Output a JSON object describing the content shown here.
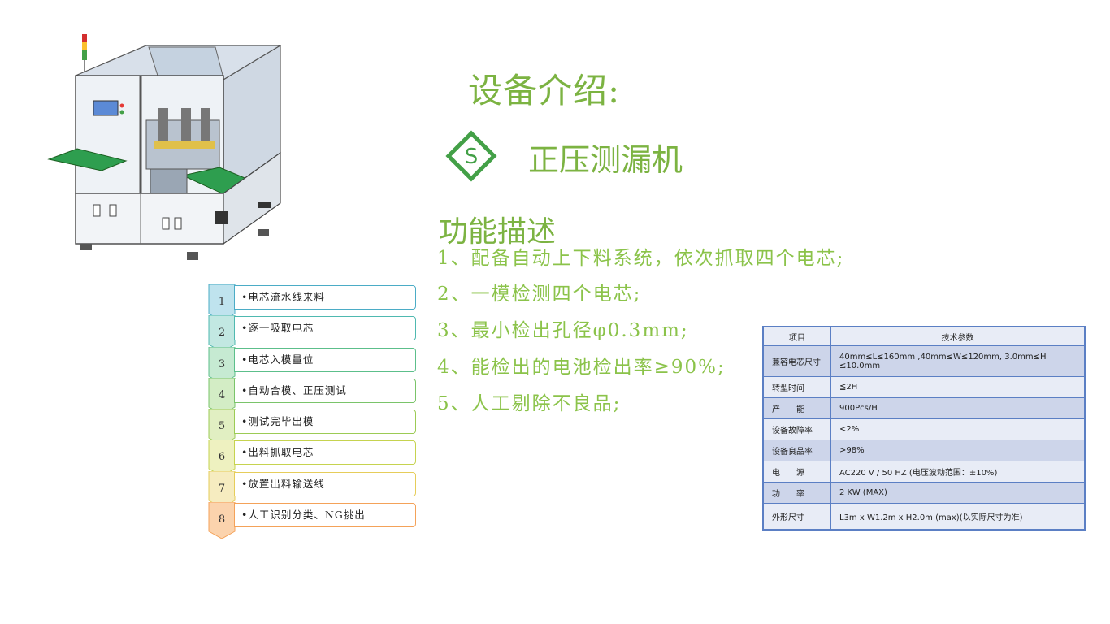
{
  "header": {
    "title": "设备介绍:",
    "machine_name": "正压测漏机",
    "logo_letter": "S"
  },
  "function": {
    "heading": "功能描述",
    "items": [
      "1、配备自动上下料系统，依次抓取四个电芯;",
      "2、一模检测四个电芯;",
      "3、最小检出孔径φ0.3mm;",
      "4、能检出的电池检出率≥90%;",
      "5、人工剔除不良品;"
    ]
  },
  "flow": {
    "steps": [
      {
        "num": "1",
        "label": "•电芯流水线来料",
        "color": "#4bacc6",
        "fill": "#bfe3ee"
      },
      {
        "num": "2",
        "label": "•逐一吸取电芯",
        "color": "#4fb9b0",
        "fill": "#c2e8e2"
      },
      {
        "num": "3",
        "label": "•电芯入模量位",
        "color": "#5cbf8b",
        "fill": "#c6ead2"
      },
      {
        "num": "4",
        "label": "•自动合模、正压测试",
        "color": "#7ac46a",
        "fill": "#d3edc5"
      },
      {
        "num": "5",
        "label": "•测试完毕出模",
        "color": "#9ccb55",
        "fill": "#e1efc2"
      },
      {
        "num": "6",
        "label": "•出料抓取电芯",
        "color": "#c6d34f",
        "fill": "#eef1c0"
      },
      {
        "num": "7",
        "label": "•放置出料输送线",
        "color": "#e6cd5a",
        "fill": "#f6ecc0"
      },
      {
        "num": "8",
        "label": "•人工识别分类、NG挑出",
        "color": "#f4a259",
        "fill": "#fbd3ad"
      }
    ]
  },
  "spec_table": {
    "headers": [
      "项目",
      "技术参数"
    ],
    "rows": [
      {
        "key": "兼容电芯尺寸",
        "value": "40mm≤L≤160mm ,40mm≤W≤120mm, 3.0mm≤H ≤10.0mm"
      },
      {
        "key": "转型时间",
        "value": "≦2H"
      },
      {
        "key": "产　　能",
        "value": "900Pcs/H"
      },
      {
        "key": "设备故障率",
        "value": "<2%"
      },
      {
        "key": "设备良品率",
        "value": ">98%"
      },
      {
        "key": "电　　源",
        "value": "AC220 V / 50 HZ  (电压波动范围：±10%)"
      },
      {
        "key": "功　　率",
        "value": "2 KW (MAX)"
      },
      {
        "key": "外形尺寸",
        "value": "L3m x W1.2m x H2.0m (max)(以实际尺寸为准)"
      }
    ]
  },
  "colors": {
    "accent_green": "#7cb342",
    "table_border": "#5b7fc4",
    "table_row_dark": "#cdd5ea",
    "table_row_light": "#e8ecf6"
  }
}
